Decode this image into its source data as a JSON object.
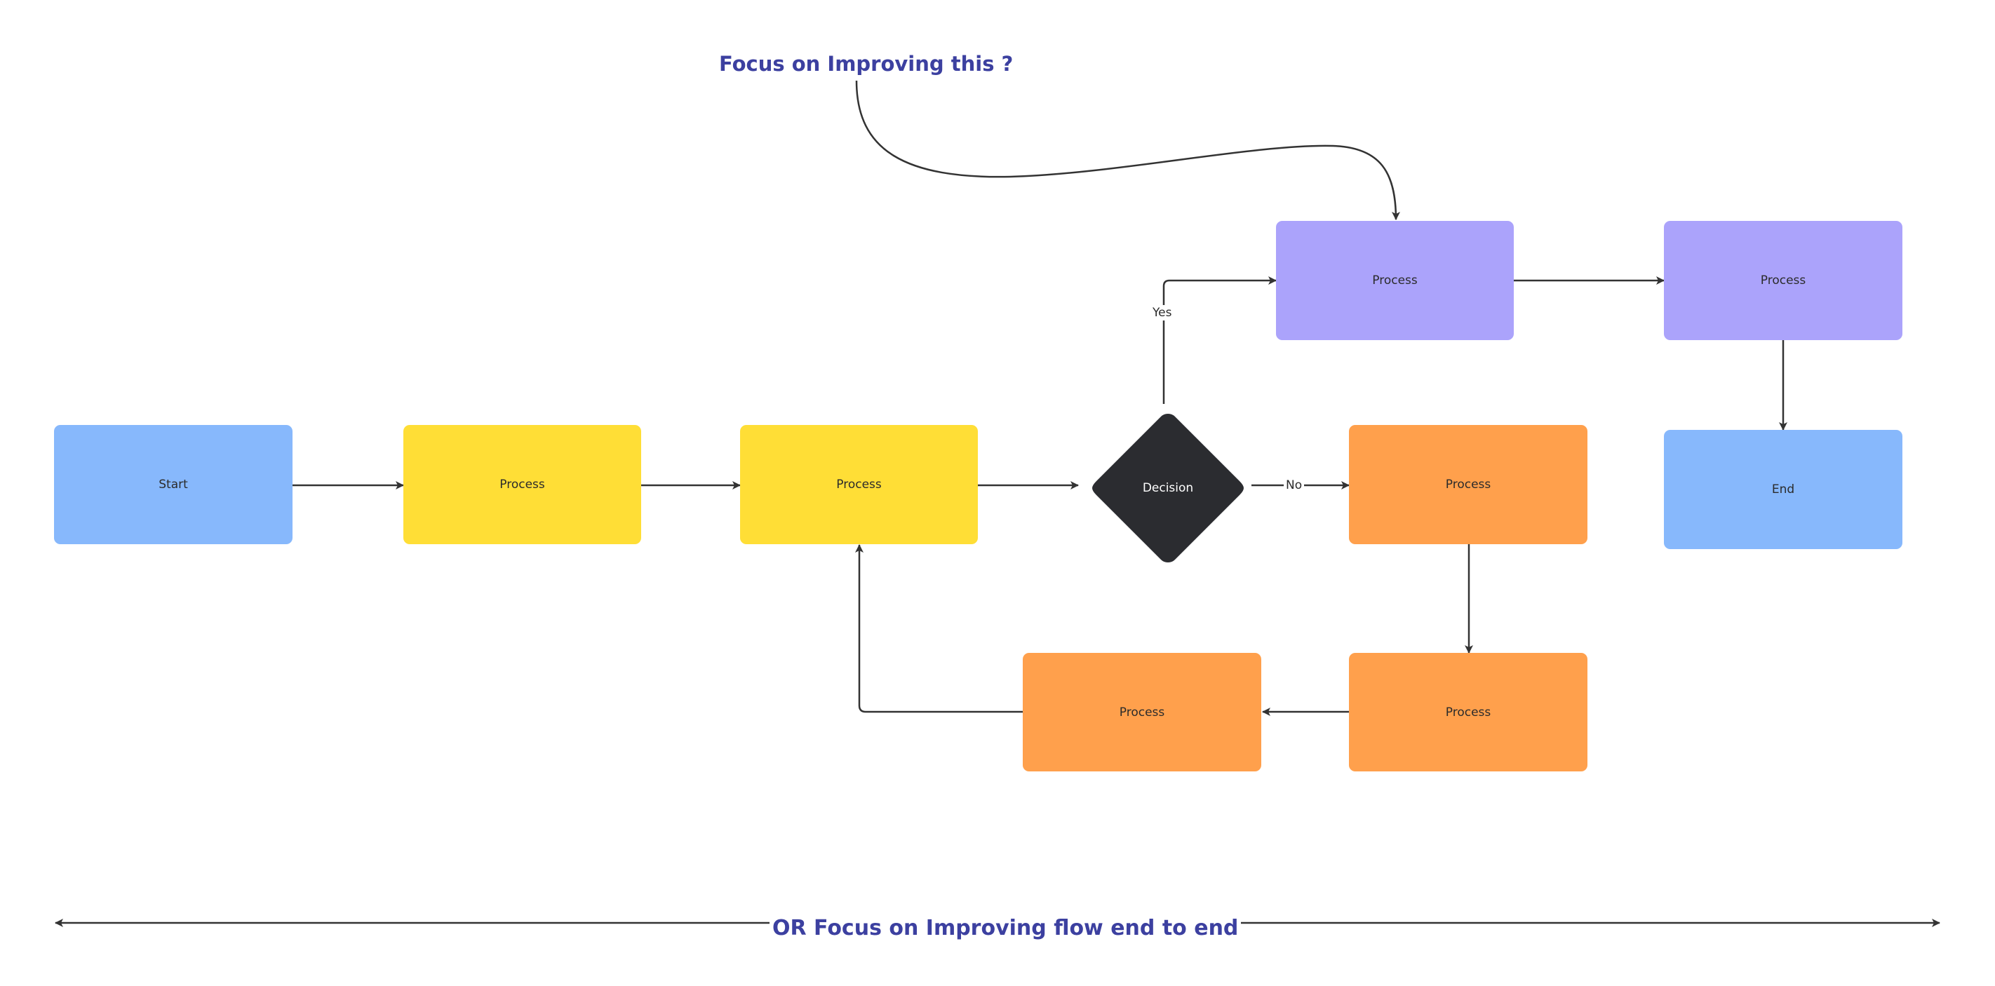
{
  "diagram": {
    "nodes": {
      "start": "Start",
      "process_1": "Process",
      "process_2": "Process",
      "decision": "Decision",
      "process_yes_1": "Process",
      "process_yes_2": "Process",
      "end": "End",
      "process_no_1": "Process",
      "process_no_2": "Process",
      "process_no_3": "Process"
    },
    "edge_labels": {
      "yes": "Yes",
      "no": "No"
    },
    "annotations": {
      "top": "Focus on Improving this ?",
      "bottom": "OR Focus on Improving flow end to end"
    },
    "colors": {
      "start_end": "#87b8fc",
      "process_main": "#ffde36",
      "process_yes": "#aba3fb",
      "process_no": "#ffa04c",
      "decision": "#2b2c30",
      "connector": "#333333",
      "annotation_text": "#3c40a0"
    }
  }
}
